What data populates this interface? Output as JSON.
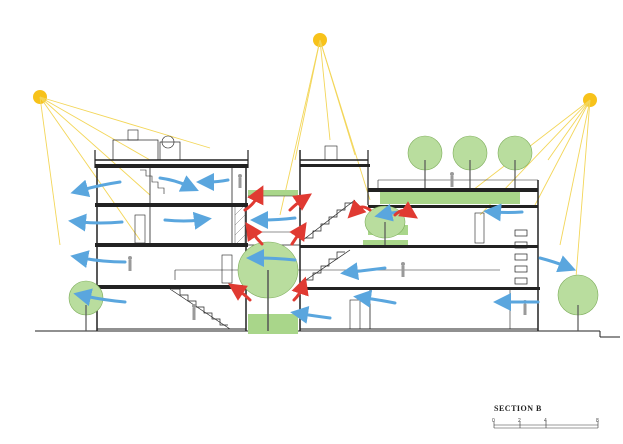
{
  "caption": {
    "title": "SECTION B"
  },
  "scale_bar": {
    "ticks": [
      "0",
      "2",
      "4",
      "8"
    ]
  },
  "colors": {
    "sun": "#f7c21a",
    "sun_ray": "#f3d659",
    "wind_arrow": "#5aa6de",
    "heat_arrow": "#e03a32",
    "green": "#a9d68a",
    "structure": "#222222"
  },
  "icons": [
    "sun-icon",
    "tree-icon",
    "person-icon",
    "wind-arrow-icon",
    "heat-arrow-icon"
  ]
}
